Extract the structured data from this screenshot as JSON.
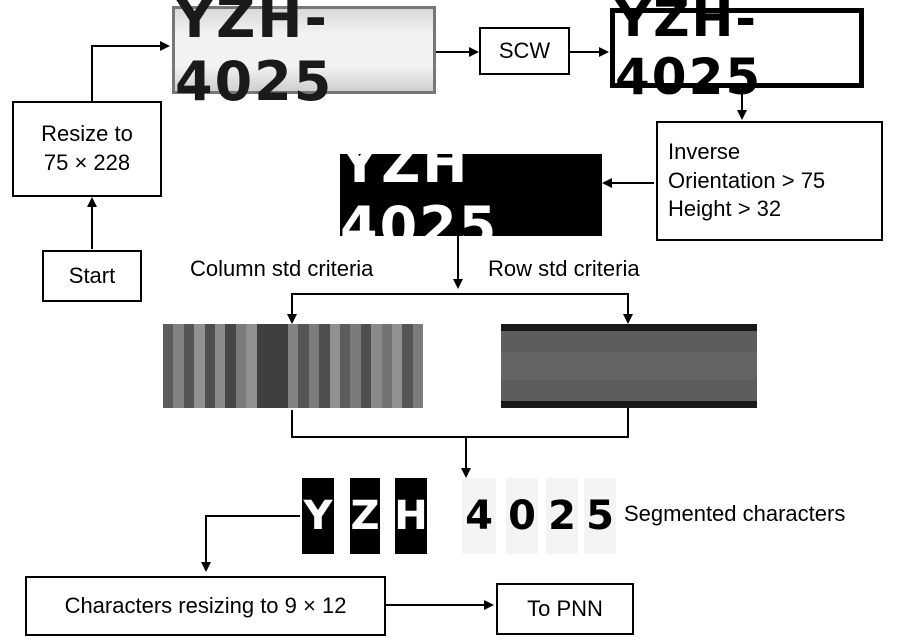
{
  "boxes": {
    "resize": "Resize to\n75 × 228",
    "start": "Start",
    "scw": "SCW",
    "inverse": "Inverse\nOrientation > 75\nHeight > 32",
    "char_resize": "Characters resizing to 9 × 12",
    "to_pnn": "To PNN"
  },
  "labels": {
    "column_std": "Column std criteria",
    "row_std": "Row std criteria",
    "segmented": "Segmented characters"
  },
  "plate_text": "YZH-4025",
  "plate_text_clean": "YZH 4025",
  "segments": [
    "Y",
    "Z",
    "H",
    "4",
    "0",
    "2",
    "5"
  ],
  "column_profile": [
    0.35,
    0.6,
    0.3,
    0.7,
    0.25,
    0.65,
    0.2,
    0.55,
    0.7,
    0.15,
    0.15,
    0.15,
    0.6,
    0.3,
    0.55,
    0.25,
    0.7,
    0.35,
    0.55,
    0.25,
    0.65,
    0.5,
    0.7,
    0.3,
    0.55
  ],
  "row_profile": [
    0.1,
    0.55,
    0.6,
    0.55,
    0.1
  ]
}
